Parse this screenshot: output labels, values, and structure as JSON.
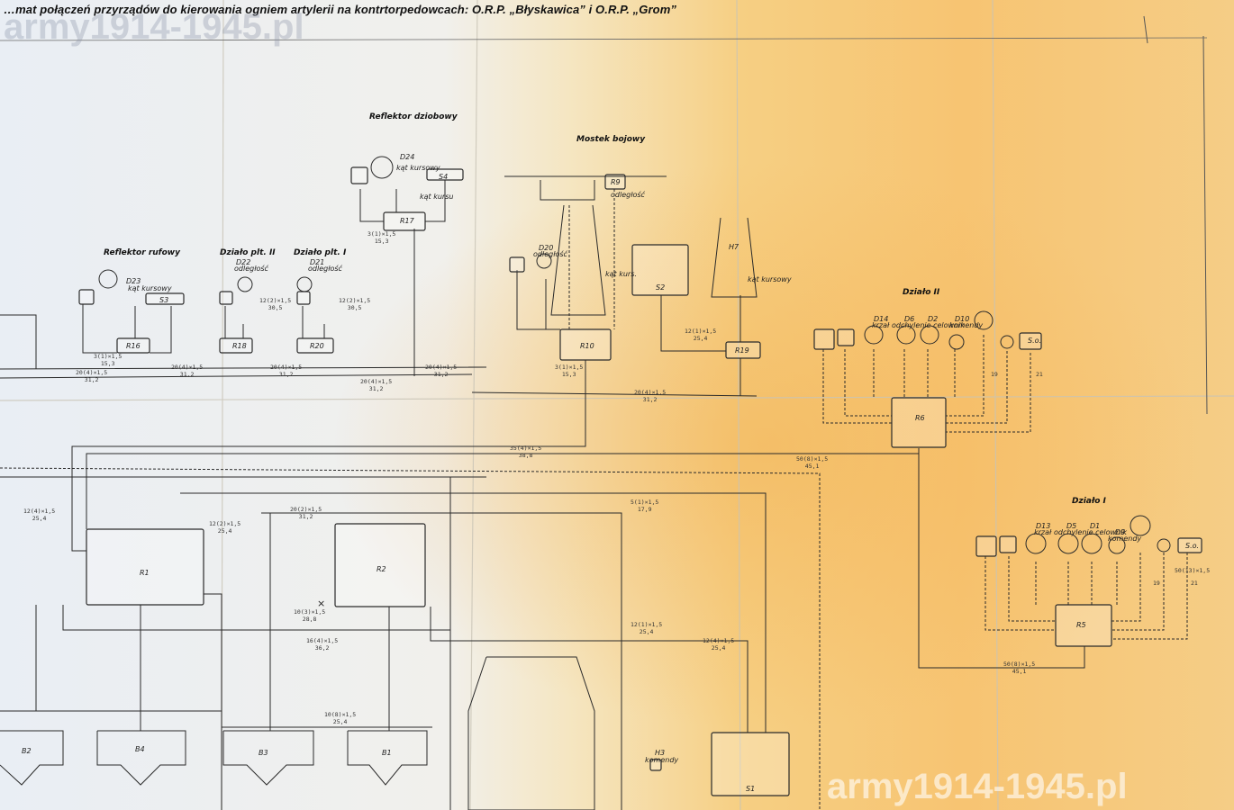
{
  "title": "…mat połączeń przyrządów do kierowania ogniem artylerii na kontrtorpedowcach: O.R.P. „Błyskawica” i O.R.P. „Grom”",
  "watermark_top": "army1914-1945.pl",
  "watermark_bottom": "army1914-1945.pl",
  "sections": {
    "reflektor_dziobowy": "Reflektor dziobowy",
    "mostek_bojowy": "Mostek bojowy",
    "reflektor_rufowy": "Reflektor rufowy",
    "dzialo_2": "Działo plt. II",
    "dzialo_1": "Działo plt. I",
    "dzialo_ii": "Działo II",
    "dzialo_i": "Działo I"
  },
  "boxes": {
    "R1": "R1",
    "R2": "R2",
    "R5": "R5",
    "R6": "R6",
    "R9": "R9",
    "R10": "R10",
    "R16": "R16",
    "R17": "R17",
    "R18": "R18",
    "R19": "R19",
    "R20": "R20",
    "S1": "S1",
    "S2": "S2",
    "S3": "S3",
    "S4": "S4",
    "B1": "B1",
    "B2": "B2",
    "B3": "B3",
    "B4": "B4",
    "H3": "H3",
    "H7": "H7"
  },
  "labels": {
    "odleglosc": "odległość",
    "kat_kursowy": "kąt kursowy",
    "kat_kurs": "kąt kurs.",
    "kat_kursu": "kąt kursu",
    "komendy": "komendy",
    "krzal": "krzał",
    "odchylenie_celownik": "odchylenie celownik",
    "so": "S.o.",
    "d14": "D14",
    "d6": "D6",
    "d2": "D2",
    "d10": "D10",
    "d13": "D13",
    "d5": "D5",
    "d1": "D1",
    "d9": "D9",
    "d20": "D20",
    "d21": "D21",
    "d22": "D22",
    "d23": "D23",
    "d24": "D24",
    "x_mark": "×"
  },
  "cables": {
    "c20_4_15": "20(4)×1,5",
    "c31_2": "31,2",
    "c35_4_15": "35(4)×1,5",
    "c38_8": "38,8",
    "c50_8_15": "50(8)×1,5",
    "c45_1": "45,1",
    "c5_1_15": "5(1)×1,5",
    "c17_9": "17,9",
    "c12_4_15": "12(4)×1,5",
    "c25_4": "25,4",
    "c20_2_15": "20(2)×1,5",
    "c10_3_15": "10(3)×1,5",
    "c28_8": "28,8",
    "c16_4_15": "16(4)×1,5",
    "c36_2": "36,2",
    "c12_1_15": "12(1)×1,5",
    "c10_8_15": "10(8)×1,5",
    "c50_13_15": "50(13)×1,5",
    "c3_1_15": "3(1)×1,5",
    "c15_3": "15,3",
    "c12_2_15": "12(2)×1,5",
    "c30_5": "30,5",
    "c19": "19",
    "c21": "21"
  },
  "colors": {
    "paper_blue": "#eef1f4",
    "paper_yellow": "#f5c876",
    "line": "#2a2a2a"
  }
}
